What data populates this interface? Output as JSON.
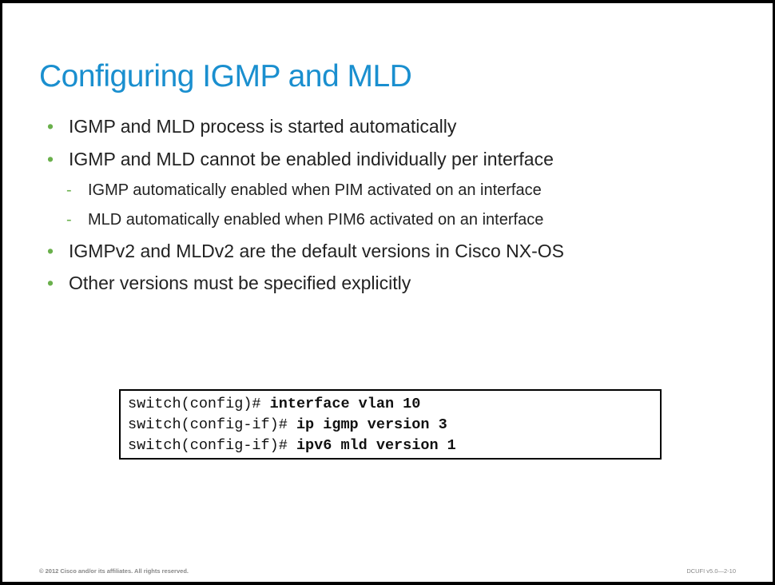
{
  "slide": {
    "title": "Configuring IGMP and MLD",
    "bullets": [
      "IGMP and MLD process is started automatically",
      "IGMP and MLD cannot be enabled individually per interface",
      "IGMPv2 and MLDv2 are the default versions in Cisco NX-OS",
      "Other versions must be specified explicitly"
    ],
    "subbullets": [
      "IGMP automatically enabled when PIM activated on an interface",
      "MLD automatically enabled when PIM6 activated on an interface"
    ],
    "code": [
      {
        "prompt": "switch(config)# ",
        "command": "interface vlan 10"
      },
      {
        "prompt": "switch(config-if)# ",
        "command": "ip igmp version 3"
      },
      {
        "prompt": "switch(config-if)# ",
        "command": "ipv6 mld version 1"
      }
    ],
    "footer_left": "© 2012 Cisco and/or its affiliates. All rights reserved.",
    "footer_right": "DCUFI v5.0—2-10"
  },
  "colors": {
    "title": "#1a8fcf",
    "bullet_marker": "#6ab04c",
    "text": "#222222",
    "border": "#000000"
  },
  "markers": {
    "bullet": "•",
    "dash": "-"
  }
}
